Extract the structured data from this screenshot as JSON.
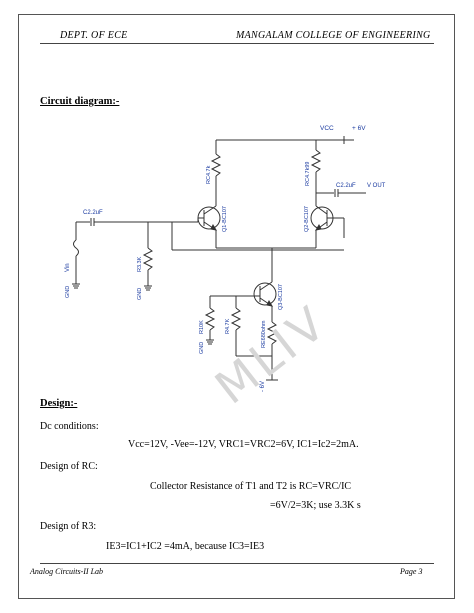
{
  "header": {
    "left": "DEPT. OF ECE",
    "right": "MANGALAM COLLEGE OF ENGINEERING"
  },
  "footer": {
    "left": "Analog Circuits-II Lab",
    "right": "Page 3"
  },
  "sections": {
    "circuit_heading": "Circuit diagram:-",
    "design_heading": "Design:-"
  },
  "design": {
    "dc_conditions_label": "Dc conditions:",
    "dc_values": "Vcc=12V,     -Vee=-12V,     VRC1=VRC2=6V, IC1=Ic2=2mA.",
    "rc_label": "Design of RC:",
    "rc_line1": "Collector Resistance of T1 and T2 is RC=VRC/IC",
    "rc_line2": "=6V/2=3K; use 3.3K s",
    "r3_label": "Design of R3:",
    "r3_line1": "IE3=IC1+IC2 =4mA, because IC3=IE3"
  },
  "circuit": {
    "vcc": "VCC",
    "vcc_value": "+ 6V",
    "rc_left": "RC4.7k",
    "rc_right": "RC4.7k99",
    "cap_out": "C2.2uF",
    "vout": "V OUT",
    "cap_in": "C2.2uF",
    "q1": "Q1-BC107",
    "q2": "Q2-BC107",
    "q3": "Q3-BC107",
    "vin": "Vin",
    "r_in": "R3.3K",
    "gnd": "GND",
    "r_bias1": "R10K",
    "r_bias2": "R4.7K",
    "r_emit": "RE680ohm",
    "vee": "- 6V"
  },
  "watermark": "MLIV"
}
